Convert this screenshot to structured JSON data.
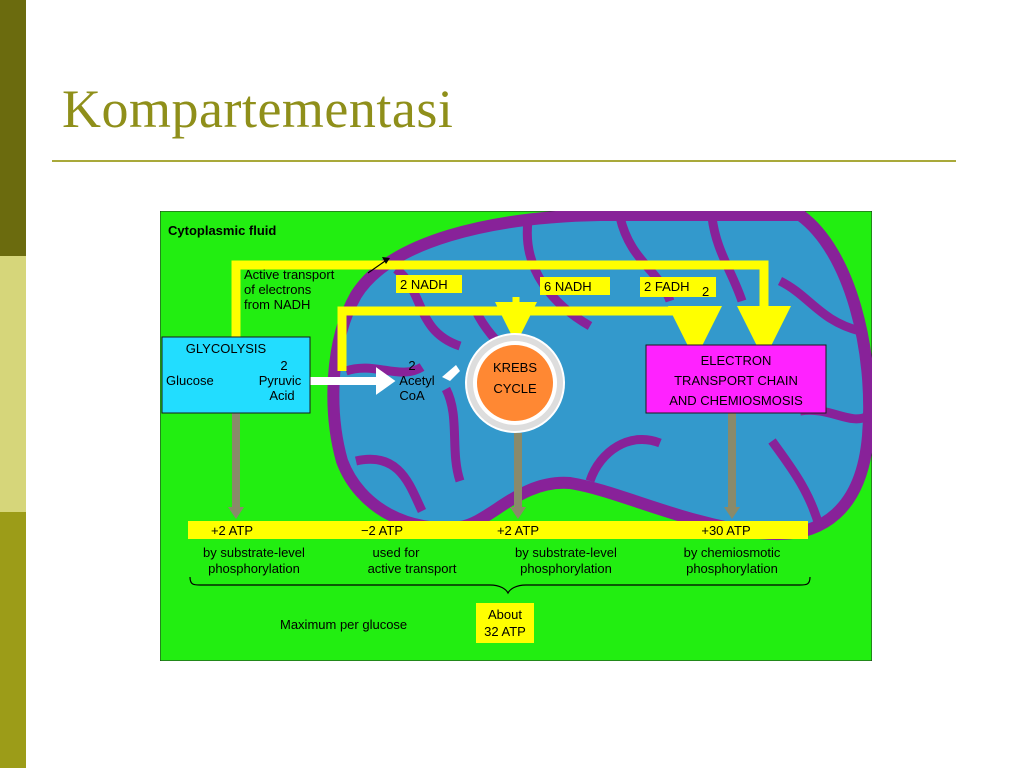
{
  "slide": {
    "title": "Kompartementasi"
  },
  "diagram": {
    "region_label": "Cytoplasmic fluid",
    "active_transport": [
      "Active transport",
      "of electrons",
      "from NADH"
    ],
    "nadh_2": "2 NADH",
    "nadh_6": "6 NADH",
    "fadh_2": "2 FADH",
    "fadh_sub": "2",
    "glycolysis": {
      "title": "GLYCOLYSIS",
      "glucose": "Glucose",
      "pyruvic": [
        "2",
        "Pyruvic",
        "Acid"
      ]
    },
    "acetyl": [
      "2",
      "Acetyl",
      "CoA"
    ],
    "krebs": [
      "KREBS",
      "CYCLE"
    ],
    "etc": [
      "ELECTRON",
      "TRANSPORT CHAIN",
      "AND CHEMIOSMOSIS"
    ],
    "atp": [
      {
        "value": "+2 ATP",
        "line1": "by substrate-level",
        "line2": "phosphorylation"
      },
      {
        "value": "−2 ATP",
        "line1": "used for",
        "line2": "active transport"
      },
      {
        "value": "+2 ATP",
        "line1": "by substrate-level",
        "line2": "phosphorylation"
      },
      {
        "value": "+30 ATP",
        "line1": "by chemiosmotic",
        "line2": "phosphorylation"
      }
    ],
    "max_label": "Maximum per glucose",
    "total": [
      "About",
      "32 ATP"
    ]
  },
  "colors": {
    "slide_bar_dark": "#6b6b0e",
    "slide_bar_light": "#d6d67a",
    "slide_bar_mid": "#9c9c18",
    "title": "#8f8f1a",
    "background_green": "#22ee11",
    "matrix_blue": "#3399cc",
    "membrane_purple": "#882299",
    "arrow_yellow": "#ffff00",
    "glycolysis_cyan": "#22ddff",
    "etc_magenta": "#ff22ff",
    "krebs_orange": "#ff8833"
  }
}
